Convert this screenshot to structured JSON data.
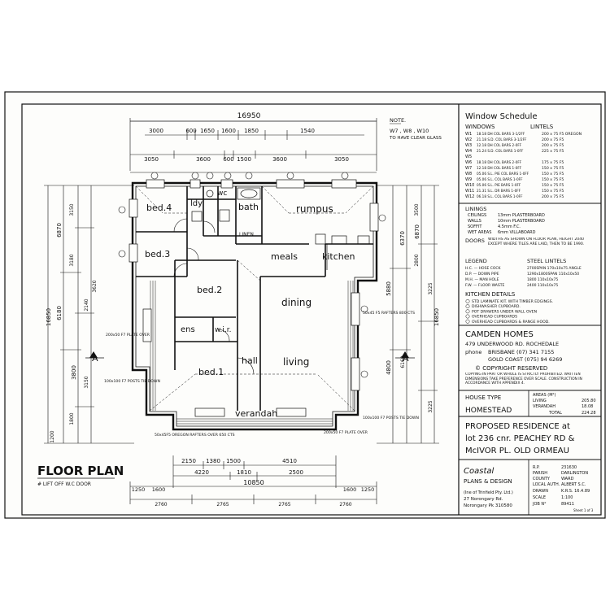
{
  "plan": {
    "title": "FLOOR PLAN",
    "subtitle": "# LIFT OFF W.C DOOR",
    "note_title": "NOTE.",
    "note_line1": "W7 , W8 , W10",
    "note_line2": "TO HAVE CLEAR GLASS",
    "section_marker": "A",
    "rooms": {
      "bed4": "bed.4",
      "bed3": "bed.3",
      "bed2": "bed.2",
      "bed1": "bed.1",
      "bath": "bath",
      "rumpus": "rumpus",
      "meals": "meals",
      "kitchen": "kitchen",
      "dining": "dining",
      "hall": "hall",
      "living": "living",
      "verandah": "verandah",
      "ldy": "ldy",
      "wc": "wc",
      "ens": "ens",
      "wir": "w.i.r.",
      "linen": "LINEN"
    },
    "dims": {
      "overall_top": "16950",
      "top_row1": [
        "3000",
        "600",
        "1650",
        "1600",
        "1850",
        "1540"
      ],
      "top_row2": [
        "3050",
        "3600",
        "600",
        "1500",
        "3600",
        "3050"
      ],
      "left_outer": "16850",
      "left_mid": [
        "6870",
        "6180",
        "3800"
      ],
      "left_inner": [
        "3150",
        "3180",
        "3620",
        "2140",
        "3150",
        "1800",
        "1200"
      ],
      "right_outer": "16850",
      "right_mid": [
        "6870",
        "6370",
        "5880",
        "4800"
      ],
      "right_inner": [
        "3500",
        "2800",
        "3225",
        "6160",
        "3225"
      ],
      "bottom_row1": [
        "2150",
        "1380",
        "1500",
        "4510"
      ],
      "bottom_row2": [
        "4220",
        "1810",
        "2500"
      ],
      "bottom_overall": "10850",
      "bottom_row3": [
        "1250",
        "1600",
        "1600",
        "1250"
      ],
      "bottom_row4": [
        "2760",
        "2765",
        "2765",
        "2760"
      ]
    },
    "annotations": {
      "plate_over": "200x50 F7 PLATE OVER",
      "posts": "100x100 F7 POSTS TIE DOWN",
      "rafters": "50x45 F5 RAFTERS 800 CTS",
      "oregon": "50x45F5 OREGON RAFTERS OVER 650 CTS",
      "posts2": "100x100 F7 POSTS TIE DOWN",
      "plate2": "200x50 F7 PLATE OVER"
    }
  },
  "window_schedule": {
    "title": "Window Schedule",
    "col_windows": "WINDOWS",
    "col_lintels": "LINTELS",
    "rows": [
      {
        "id": "W1",
        "spec": "18.18 DH COL BARS 3-1/2FF",
        "lintel": "200 x 75 F5 OREGON"
      },
      {
        "id": "W2",
        "spec": "21.18 S.D. COL BARS 3-1/2FF",
        "lintel": "200 x 75 F5"
      },
      {
        "id": "W3",
        "spec": "12.18 DH COL BARS 2-0FF",
        "lintel": "200 x 75 F5"
      },
      {
        "id": "W4",
        "spec": "21.24 S.D. COL BARS 1-0FF",
        "lintel": "225 x 75 F5"
      },
      {
        "id": "W5",
        "spec": "",
        "lintel": ""
      },
      {
        "id": "W6",
        "spec": "18.18 DH COL BARS 2-0FF",
        "lintel": "175 x 75 F5"
      },
      {
        "id": "W7",
        "spec": "12.18 DH COL BARS 1-0FF",
        "lintel": "150 x 75 F5"
      },
      {
        "id": "W8",
        "spec": "05.06 S.L. PIE COL BARS 1-0FF",
        "lintel": "150 x 75 F5"
      },
      {
        "id": "W9",
        "spec": "05.06 S.L. COL BARS 1-0FF",
        "lintel": "150 x 75 F5"
      },
      {
        "id": "W10",
        "spec": "05.06 S.L. PIE BARS 1-0FF",
        "lintel": "150 x 75 F5"
      },
      {
        "id": "W11",
        "spec": "21.31 S.L. DR BARS 1-0FF",
        "lintel": "150 x 75 F5"
      },
      {
        "id": "W12",
        "spec": "06.18 S.L. COL BARS 1-0FF",
        "lintel": "200 x 75 F5"
      }
    ]
  },
  "linings": {
    "title": "LININGS",
    "rows": [
      {
        "label": "CEILINGS",
        "value": "13mm PLASTERBOARD"
      },
      {
        "label": "WALLS",
        "value": "10mm PLASTERBOARD"
      },
      {
        "label": "SOFFIT",
        "value": "4.5mm F.C."
      },
      {
        "label": "WET AREAS",
        "value": "6mm VILLABOARD"
      }
    ],
    "doors_title": "DOORS",
    "doors_text": "WIDTHS AS SHOWN ON FLOOR PLAN, HEIGHT 2040 EXCEPT WHERE TILES ARE LAID, THEN TO BE 1990.",
    "legend_title": "LEGEND",
    "legend": [
      "H.C. — HOSE COCK",
      "D.P. — DOWN PIPE",
      "M.H. — MAN HOLE",
      "F.W. — FLOOR WASTE"
    ],
    "steel_title": "STEEL LINTELS",
    "steel": [
      "2700SPAN 170x10x75 ANGLE",
      "1290x1800SPAN 110x10x50",
      "1800 110x10x75",
      "2400 110x10x75"
    ]
  },
  "kitchen_details": {
    "title": "KITCHEN DETAILS",
    "items": [
      "STD LAMINATE KIT. WITH TIMBER EDGINGS.",
      "DISHWASHER CUPBOARD.",
      "POT DRAWERS UNDER WALL OVEN",
      "OVERHEAD CUPBOARDS",
      "OVERHEAD CUPBOARDS & RANGE HOOD."
    ]
  },
  "company": {
    "name": "CAMDEN HOMES",
    "address": "479 UNDERWOOD RD. ROCHEDALE",
    "phone_label": "phone",
    "phone1": "BRISBANE (07) 341 7155",
    "phone2": "GOLD COAST (075) 94 6269",
    "copyright": "© COPYRIGHT RESERVED",
    "copyright_text": "COPYING IN PART OR WHOLE IS STRICTLY PROHIBITED. WRITTEN DIMENSIONS TAKE PREFERENCE OVER SCALE. CONSTRUCTION IN ACCORDANCE WITH APPENDIX 4."
  },
  "house": {
    "type_label": "HOUSE TYPE",
    "type": "HOMESTEAD",
    "areas_label": "AREAS (M²)",
    "living_label": "LIVING",
    "living_value": "205.80",
    "verandah_label": "VERANDAH",
    "verandah_value": "18.08",
    "total_label": "TOTAL",
    "total_value": "224.28"
  },
  "proposed": {
    "line1": "PROPOSED RESIDENCE at",
    "line2": "lot 236 cnr. PEACHEY RD &",
    "line3": "McIVOR PL. OLD ORMEAU"
  },
  "drafting": {
    "firm1": "Coastal",
    "firm2": "PLANS & DESIGN",
    "firm3": "(Ine of Trinfield Pty. Ltd.)",
    "firm4": "27 Norongary Rd.",
    "firm5": "Norongary Pk 310580",
    "rp_label": "R.P.",
    "rp": "231630",
    "parish_label": "PARISH",
    "parish": "DARLINGTON",
    "county_label": "COUNTY",
    "county": "WARD",
    "local_label": "LOCAL AUTH.",
    "local": "ALBERT S.C.",
    "drawn_label": "DRAWN",
    "drawn": "K.R.S. 16.4.89",
    "scale_label": "SCALE",
    "scale": "1:100",
    "job_label": "JOB N°",
    "job": "89411",
    "sheet": "Sheet 1 of 3"
  }
}
